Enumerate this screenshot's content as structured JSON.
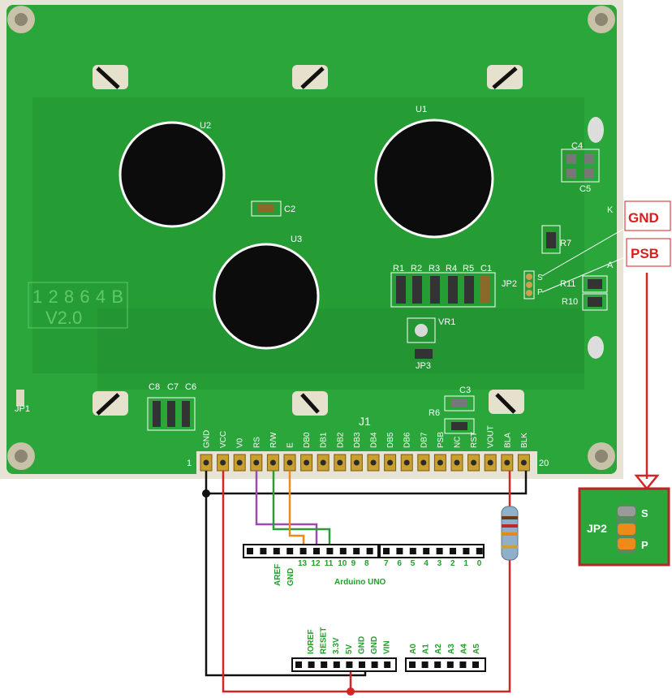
{
  "board": {
    "model_label": "12864B",
    "version_label": "V2.0",
    "header_label": "J1",
    "pin_first": "1",
    "pin_last": "20",
    "pins": [
      "GND",
      "VCC",
      "V0",
      "RS",
      "R/W",
      "E",
      "DB0",
      "DB1",
      "DB2",
      "DB3",
      "DB4",
      "DB5",
      "DB6",
      "DB7",
      "PSB",
      "NC",
      "RST",
      "VOUT",
      "BLA",
      "BLK"
    ],
    "chips": [
      "U1",
      "U2",
      "U3"
    ],
    "parts": [
      "C1",
      "C2",
      "C3",
      "C4",
      "C5",
      "C6",
      "C7",
      "C8",
      "R1",
      "R2",
      "R3",
      "R4",
      "R5",
      "R6",
      "R7",
      "R10",
      "R11",
      "VR1",
      "JP1",
      "JP2",
      "JP3",
      "K",
      "A",
      "S",
      "P"
    ],
    "colors": {
      "pcb": "#2aa63a",
      "pcb_dark": "#1f8a2e",
      "silk": "#ffffff",
      "frame": "#e7e4d6"
    }
  },
  "arduino": {
    "name": "Arduino UNO",
    "digital_left": [
      "13",
      "12",
      "11",
      "10",
      "9",
      "8"
    ],
    "digital_right": [
      "7",
      "6",
      "5",
      "4",
      "3",
      "2",
      "1",
      "0"
    ],
    "top_side": [
      "AREF",
      "GND"
    ],
    "power": [
      "IOREF",
      "RESET",
      "3.3V",
      "5V",
      "GND",
      "GND",
      "VIN"
    ],
    "analog": [
      "A0",
      "A1",
      "A2",
      "A3",
      "A4",
      "A5"
    ],
    "label_color": "#22a02a"
  },
  "callouts": {
    "gnd": "GND",
    "psb": "PSB",
    "color": "#d81e1e"
  },
  "inset": {
    "label": "JP2",
    "s": "S",
    "p": "P"
  },
  "wires": {
    "black": "#111111",
    "red": "#d42525",
    "purple": "#9a4bb0",
    "green": "#2e9a3a",
    "orange": "#ee8a1a"
  }
}
